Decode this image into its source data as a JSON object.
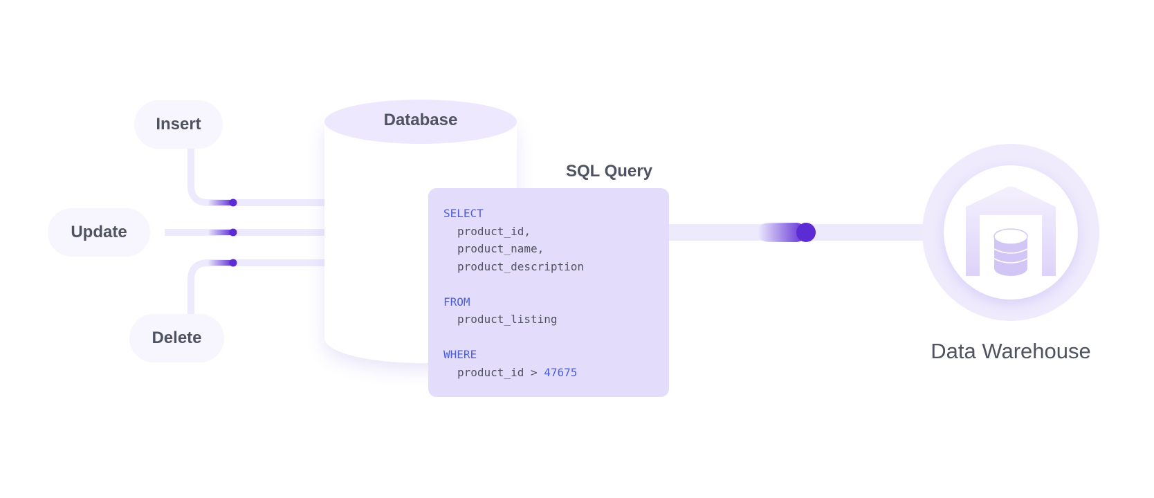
{
  "sources": {
    "insert": "Insert",
    "update": "Update",
    "delete": "Delete"
  },
  "database": {
    "label": "Database"
  },
  "sql": {
    "title": "SQL Query",
    "select_kw": "SELECT",
    "fields": [
      "product_id,",
      "product_name,",
      "product_description"
    ],
    "from_kw": "FROM",
    "table": "product_listing",
    "where_kw": "WHERE",
    "condition": "product_id > ",
    "condition_value": "47675"
  },
  "destination": {
    "label": "Data Warehouse"
  },
  "colors": {
    "accent": "#5b2bd3",
    "line": "#eeeafd",
    "panel": "#e3dcfb",
    "keyword": "#4a5fdc",
    "text": "#4f5260"
  },
  "icons": {
    "warehouse": "warehouse-database-icon"
  }
}
